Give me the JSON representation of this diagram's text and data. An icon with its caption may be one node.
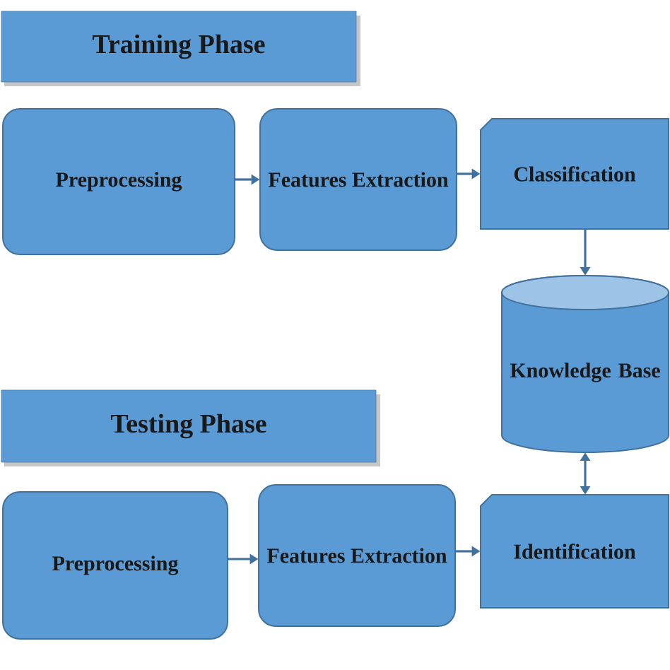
{
  "diagram": {
    "nodes": [
      {
        "text": [
          "Training Phase"
        ]
      },
      {
        "text": [
          "Preprocessing"
        ]
      },
      {
        "text": [
          "Features Extraction"
        ]
      },
      {
        "text": [
          "Classification"
        ]
      },
      {
        "text": [
          "Knowledge Base"
        ]
      },
      {
        "text": [
          "Testing Phase"
        ]
      },
      {
        "text": [
          "Preprocessing"
        ]
      },
      {
        "text": [
          "Features Extraction"
        ]
      },
      {
        "text": [
          "Identification"
        ]
      }
    ],
    "edges": [
      {
        "from": 1,
        "to": 2,
        "arrow": "to"
      },
      {
        "from": 2,
        "to": 3,
        "arrow": "to"
      },
      {
        "from": 3,
        "to": 4,
        "arrow": "to"
      },
      {
        "from": 6,
        "to": 7,
        "arrow": "to"
      },
      {
        "from": 7,
        "to": 8,
        "arrow": "to"
      },
      {
        "from": 4,
        "to": 8,
        "arrow": "both"
      }
    ]
  }
}
